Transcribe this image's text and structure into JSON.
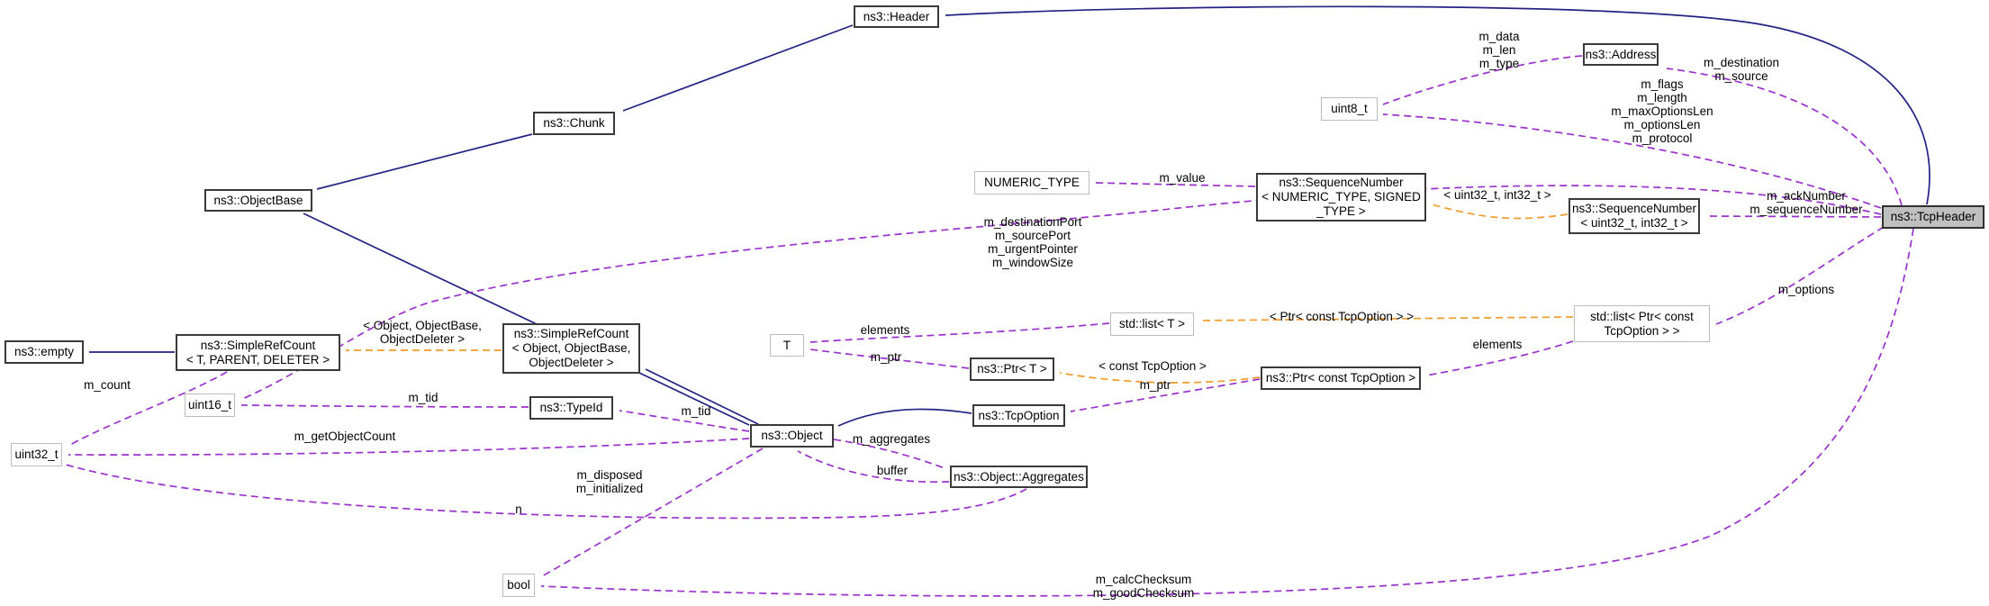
{
  "diagram": {
    "type": "doxygen-collaboration-graph",
    "subject": "ns3::TcpHeader",
    "colors": {
      "inheritance_edge": "#232384",
      "usage_edge": "#9932cc",
      "template_edge": "#f29a29",
      "class_border": "#3a3a3a",
      "primitive_border": "#bcbcbc",
      "highlight_fill": "#bfbfbf",
      "background": "#ffffff"
    },
    "nodes": [
      {
        "id": "ns3-header",
        "label": "ns3::Header"
      },
      {
        "id": "ns3-address",
        "label": "ns3::Address"
      },
      {
        "id": "uint8-t",
        "label": "uint8_t"
      },
      {
        "id": "ns3-chunk",
        "label": "ns3::Chunk"
      },
      {
        "id": "ns3-objectbase",
        "label": "ns3::ObjectBase"
      },
      {
        "id": "numeric-type",
        "label": "NUMERIC_TYPE"
      },
      {
        "id": "ns3-sequencenumber-generic",
        "label": "ns3::SequenceNumber\n< NUMERIC_TYPE, SIGNED\n_TYPE >"
      },
      {
        "id": "ns3-sequencenumber-uint32",
        "label": "ns3::SequenceNumber\n< uint32_t, int32_t >"
      },
      {
        "id": "ns3-tcpheader",
        "label": "ns3::TcpHeader"
      },
      {
        "id": "ns3-empty",
        "label": "ns3::empty"
      },
      {
        "id": "ns3-simplerefcount-generic",
        "label": "ns3::SimpleRefCount\n< T, PARENT, DELETER >"
      },
      {
        "id": "ns3-simplerefcount-object",
        "label": "ns3::SimpleRefCount\n< Object, ObjectBase,\nObjectDeleter >"
      },
      {
        "id": "uint16-t",
        "label": "uint16_t"
      },
      {
        "id": "ns3-typeid",
        "label": "ns3::TypeId"
      },
      {
        "id": "uint32-t",
        "label": "uint32_t"
      },
      {
        "id": "t",
        "label": "T"
      },
      {
        "id": "std-list-t",
        "label": "std::list< T >"
      },
      {
        "id": "ns3-ptr-t",
        "label": "ns3::Ptr< T >"
      },
      {
        "id": "std-list-ptr-const-tcpoption",
        "label": "std::list< Ptr< const\nTcpOption > >"
      },
      {
        "id": "ns3-ptr-const-tcpoption",
        "label": "ns3::Ptr< const TcpOption >"
      },
      {
        "id": "ns3-tcpoption",
        "label": "ns3::TcpOption"
      },
      {
        "id": "ns3-object",
        "label": "ns3::Object"
      },
      {
        "id": "ns3-object-aggregates",
        "label": "ns3::Object::Aggregates"
      },
      {
        "id": "bool",
        "label": "bool"
      }
    ],
    "edges": [
      {
        "from": "ns3-tcpheader",
        "to": "ns3-header",
        "type": "inheritance",
        "label": ""
      },
      {
        "from": "ns3-header",
        "to": "ns3-chunk",
        "type": "inheritance",
        "label": ""
      },
      {
        "from": "ns3-chunk",
        "to": "ns3-objectbase",
        "type": "inheritance",
        "label": ""
      },
      {
        "from": "ns3-object",
        "to": "ns3-objectbase",
        "type": "inheritance",
        "label": ""
      },
      {
        "from": "ns3-simplerefcount-generic",
        "to": "ns3-empty",
        "type": "inheritance",
        "label": ""
      },
      {
        "from": "ns3-object",
        "to": "ns3-simplerefcount-object",
        "type": "inheritance",
        "label": ""
      },
      {
        "from": "ns3-tcpoption",
        "to": "ns3-object",
        "type": "inheritance",
        "label": ""
      },
      {
        "from": "ns3-sequencenumber-uint32",
        "to": "ns3-sequencenumber-generic",
        "type": "template",
        "label": "< uint32_t, int32_t >"
      },
      {
        "from": "ns3-simplerefcount-object",
        "to": "ns3-simplerefcount-generic",
        "type": "template",
        "label": "< Object, ObjectBase,\nObjectDeleter >"
      },
      {
        "from": "std-list-ptr-const-tcpoption",
        "to": "std-list-t",
        "type": "template",
        "label": "< Ptr< const TcpOption > >"
      },
      {
        "from": "ns3-ptr-const-tcpoption",
        "to": "ns3-ptr-t",
        "type": "template",
        "label": "< const TcpOption >"
      },
      {
        "from": "ns3-address",
        "to": "uint8-t",
        "type": "usage",
        "label": "m_data\nm_len\nm_type"
      },
      {
        "from": "ns3-tcpheader",
        "to": "uint8-t",
        "type": "usage",
        "label": "m_flags\nm_length\nm_maxOptionsLen\nm_optionsLen\nm_protocol"
      },
      {
        "from": "ns3-tcpheader",
        "to": "ns3-address",
        "type": "usage",
        "label": "m_destination\nm_source"
      },
      {
        "from": "ns3-sequencenumber-generic",
        "to": "numeric-type",
        "type": "usage",
        "label": "m_value"
      },
      {
        "from": "ns3-tcpheader",
        "to": "ns3-sequencenumber-uint32",
        "type": "usage",
        "label": "m_ackNumber\nm_sequenceNumber"
      },
      {
        "from": "ns3-tcpheader",
        "to": "uint16-t",
        "type": "usage",
        "label": "m_destinationPort\nm_sourcePort\nm_urgentPointer\nm_windowSize"
      },
      {
        "from": "ns3-tcpheader",
        "to": "std-list-ptr-const-tcpoption",
        "type": "usage",
        "label": "m_options"
      },
      {
        "from": "std-list-ptr-const-tcpoption",
        "to": "ns3-ptr-const-tcpoption",
        "type": "usage",
        "label": "elements"
      },
      {
        "from": "ns3-ptr-const-tcpoption",
        "to": "ns3-tcpoption",
        "type": "usage",
        "label": "m_ptr"
      },
      {
        "from": "std-list-t",
        "to": "t",
        "type": "usage",
        "label": "elements"
      },
      {
        "from": "ns3-ptr-t",
        "to": "t",
        "type": "usage",
        "label": "m_ptr"
      },
      {
        "from": "ns3-object",
        "to": "ns3-typeid",
        "type": "usage",
        "label": "m_tid"
      },
      {
        "from": "ns3-typeid",
        "to": "uint16-t",
        "type": "usage",
        "label": "m_tid"
      },
      {
        "from": "ns3-simplerefcount-generic",
        "to": "uint32-t",
        "type": "usage",
        "label": "m_count"
      },
      {
        "from": "ns3-object",
        "to": "uint32-t",
        "type": "usage",
        "label": "m_getObjectCount"
      },
      {
        "from": "ns3-object-aggregates",
        "to": "uint32-t",
        "type": "usage",
        "label": "n"
      },
      {
        "from": "ns3-object",
        "to": "bool",
        "type": "usage",
        "label": "m_disposed\nm_initialized"
      },
      {
        "from": "ns3-tcpheader",
        "to": "bool",
        "type": "usage",
        "label": "m_calcChecksum\nm_goodChecksum"
      },
      {
        "from": "ns3-object",
        "to": "ns3-object-aggregates",
        "type": "usage",
        "label": "m_aggregates"
      },
      {
        "from": "ns3-object-aggregates",
        "to": "ns3-object",
        "type": "usage",
        "label": "buffer"
      }
    ]
  }
}
